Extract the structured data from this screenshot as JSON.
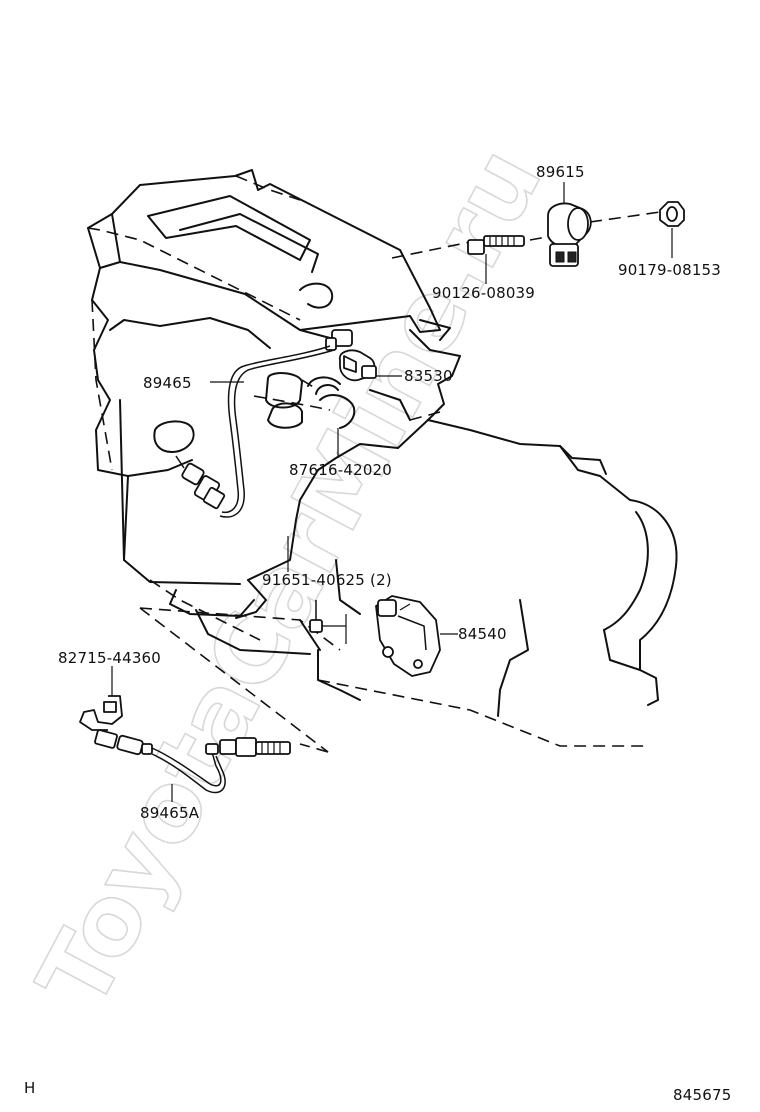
{
  "watermark": "ToyotaCarMine.ru",
  "parts": {
    "knock_sensor": "89615",
    "knock_sensor_nut": "90179-08153",
    "stud_bolt": "90126-08039",
    "oxygen_sensor": "89465",
    "oil_pressure_switch": "83530",
    "clamp": "87616-42020",
    "bolt": "91651-40625 (2)",
    "neutral_start_switch": "84540",
    "bracket": "82715-44360",
    "oxygen_sensor_rear": "89465A"
  },
  "footer": {
    "left_mark": "H",
    "diagram_code": "845675"
  }
}
